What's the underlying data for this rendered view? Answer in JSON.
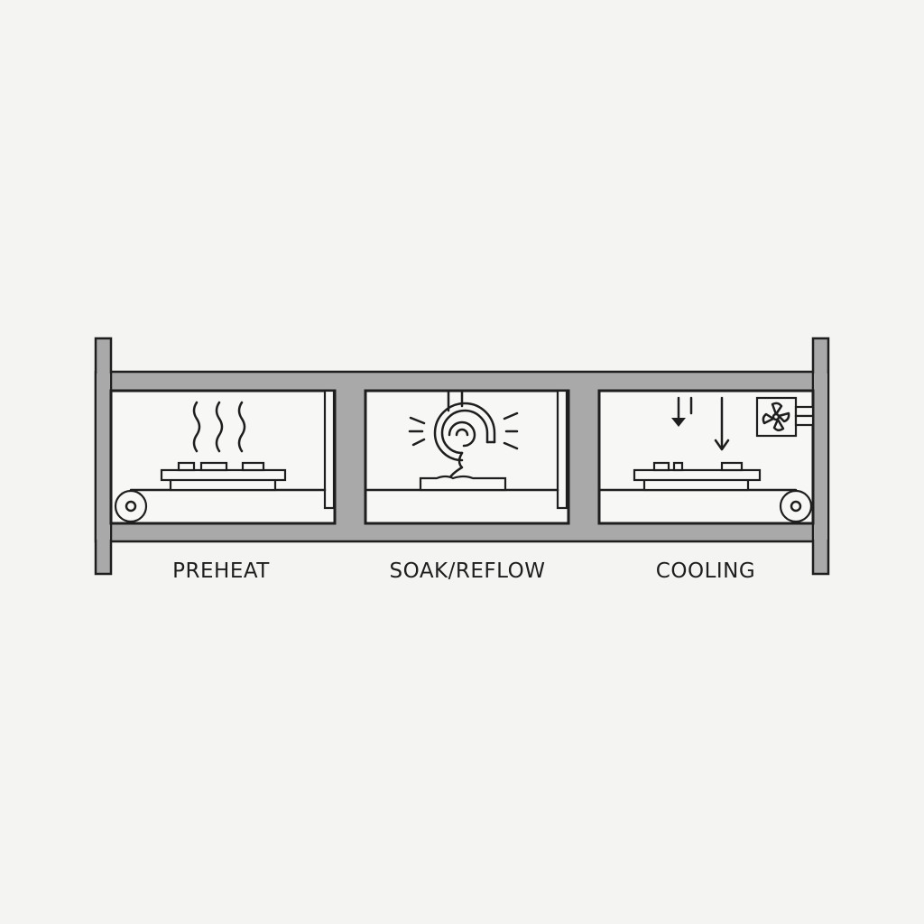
{
  "diagram": {
    "zones": [
      {
        "label": "PREHEAT",
        "icon": "heat-waves-icon"
      },
      {
        "label": "SOAK/REFLOW",
        "icon": "heating-coil-icon"
      },
      {
        "label": "COOLING",
        "icon": "fan-icon"
      }
    ],
    "colors": {
      "frame": "#a9a9a9",
      "ink": "#1e1e1e",
      "paper": "#f4f4f2"
    }
  }
}
